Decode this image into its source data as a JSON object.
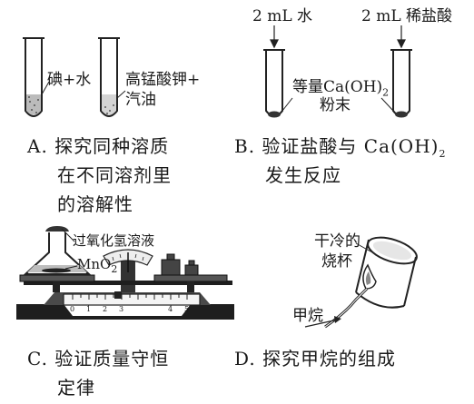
{
  "A": {
    "tube1_label": "碘+水",
    "tube2_label_line1": "高锰酸钾+",
    "tube2_label_line2": "汽油",
    "caption_line1": "A. 探究同种溶质",
    "caption_line2": "在不同溶剂里",
    "caption_line3": "的溶解性"
  },
  "B": {
    "left_top": "2 mL 水",
    "right_top": "2 mL 稀盐酸",
    "powder_line1_pre": "等量Ca(OH)",
    "powder_line1_sub": "2",
    "powder_line2": "粉末",
    "caption_line1_pre": "B. 验证盐酸与 Ca(OH)",
    "caption_line1_sub": "2",
    "caption_line2": "发生反应"
  },
  "C": {
    "solution_label": "过氧化氢溶液",
    "catalyst_pre": "MnO",
    "catalyst_sub": "2",
    "scale_marks": [
      "0",
      "1",
      "2",
      "3",
      "4",
      "5"
    ],
    "caption_line1": "C. 验证质量守恒",
    "caption_line2": "定律"
  },
  "D": {
    "beaker_line1": "干冷的",
    "beaker_line2": "烧杯",
    "gas_label": "甲烷",
    "caption": "D. 探究甲烷的组成"
  }
}
